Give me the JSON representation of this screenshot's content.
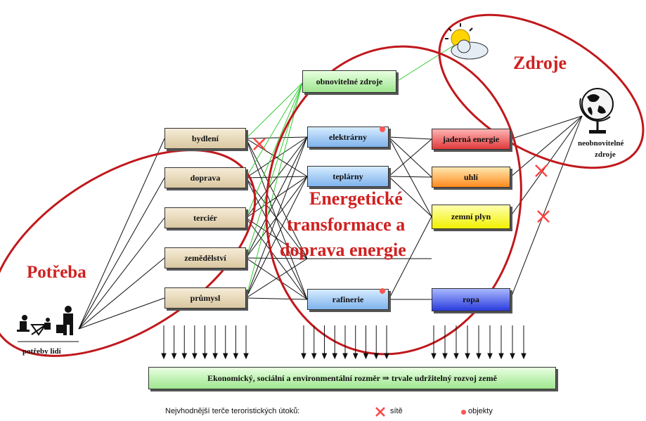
{
  "needs": {
    "title": "Potřeba",
    "items": [
      "bydlení",
      "doprava",
      "terciér",
      "zemědělství",
      "průmysl"
    ],
    "people_label": "potřeby lidí"
  },
  "transformations": {
    "title_lines": [
      "Energetické",
      "transformace a",
      "doprava energie"
    ],
    "items": [
      "elektrárny",
      "teplárny",
      "rafinerie"
    ],
    "renewables": "obnovitelné zdroje"
  },
  "sources": {
    "title": "Zdroje",
    "items": [
      "jaderná energie",
      "uhlí",
      "zemní plyn",
      "ropa"
    ],
    "nonrenewable_lines": [
      "neobnovitelné",
      "zdroje"
    ]
  },
  "bottom_bar": "Ekonomický, sociální a environmentální rozměr ⇒ trvale udržitelný rozvoj země",
  "legend": {
    "label": "Nejvhodnější terče teroristických útoků:",
    "networks": "sítě",
    "objects": "objekty"
  },
  "colors": {
    "ellipse": "#c0181c",
    "title": "#d02020",
    "green_line": "#33cc33",
    "marker": "#ff5555"
  }
}
